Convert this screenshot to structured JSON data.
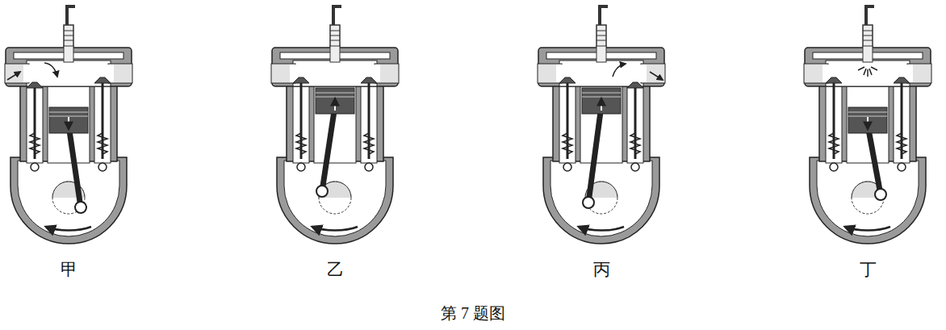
{
  "diagram": {
    "caption": "第 7 题图",
    "labels": [
      "甲",
      "乙",
      "丙",
      "丁"
    ]
  }
}
